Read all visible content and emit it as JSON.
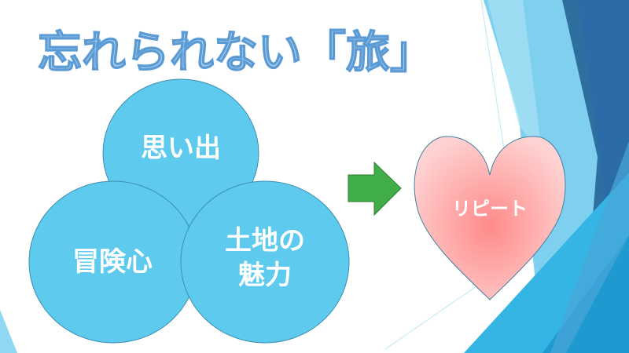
{
  "slide": {
    "title": "忘れられない「旅」",
    "circles": [
      {
        "label": "思い出"
      },
      {
        "label": "冒険心"
      },
      {
        "label_line1": "土地の",
        "label_line2": "魅力"
      }
    ],
    "heart": {
      "label": "リピート"
    }
  },
  "colors": {
    "circle_fill": "#5ecbee",
    "circle_stroke": "#3a8fb0",
    "arrow": "#41ad49",
    "heart_center": "#ff8a8a",
    "heart_edge": "#ffd0d0",
    "title_fill": "#a9cdea",
    "title_stroke": "#5b9bd5"
  }
}
